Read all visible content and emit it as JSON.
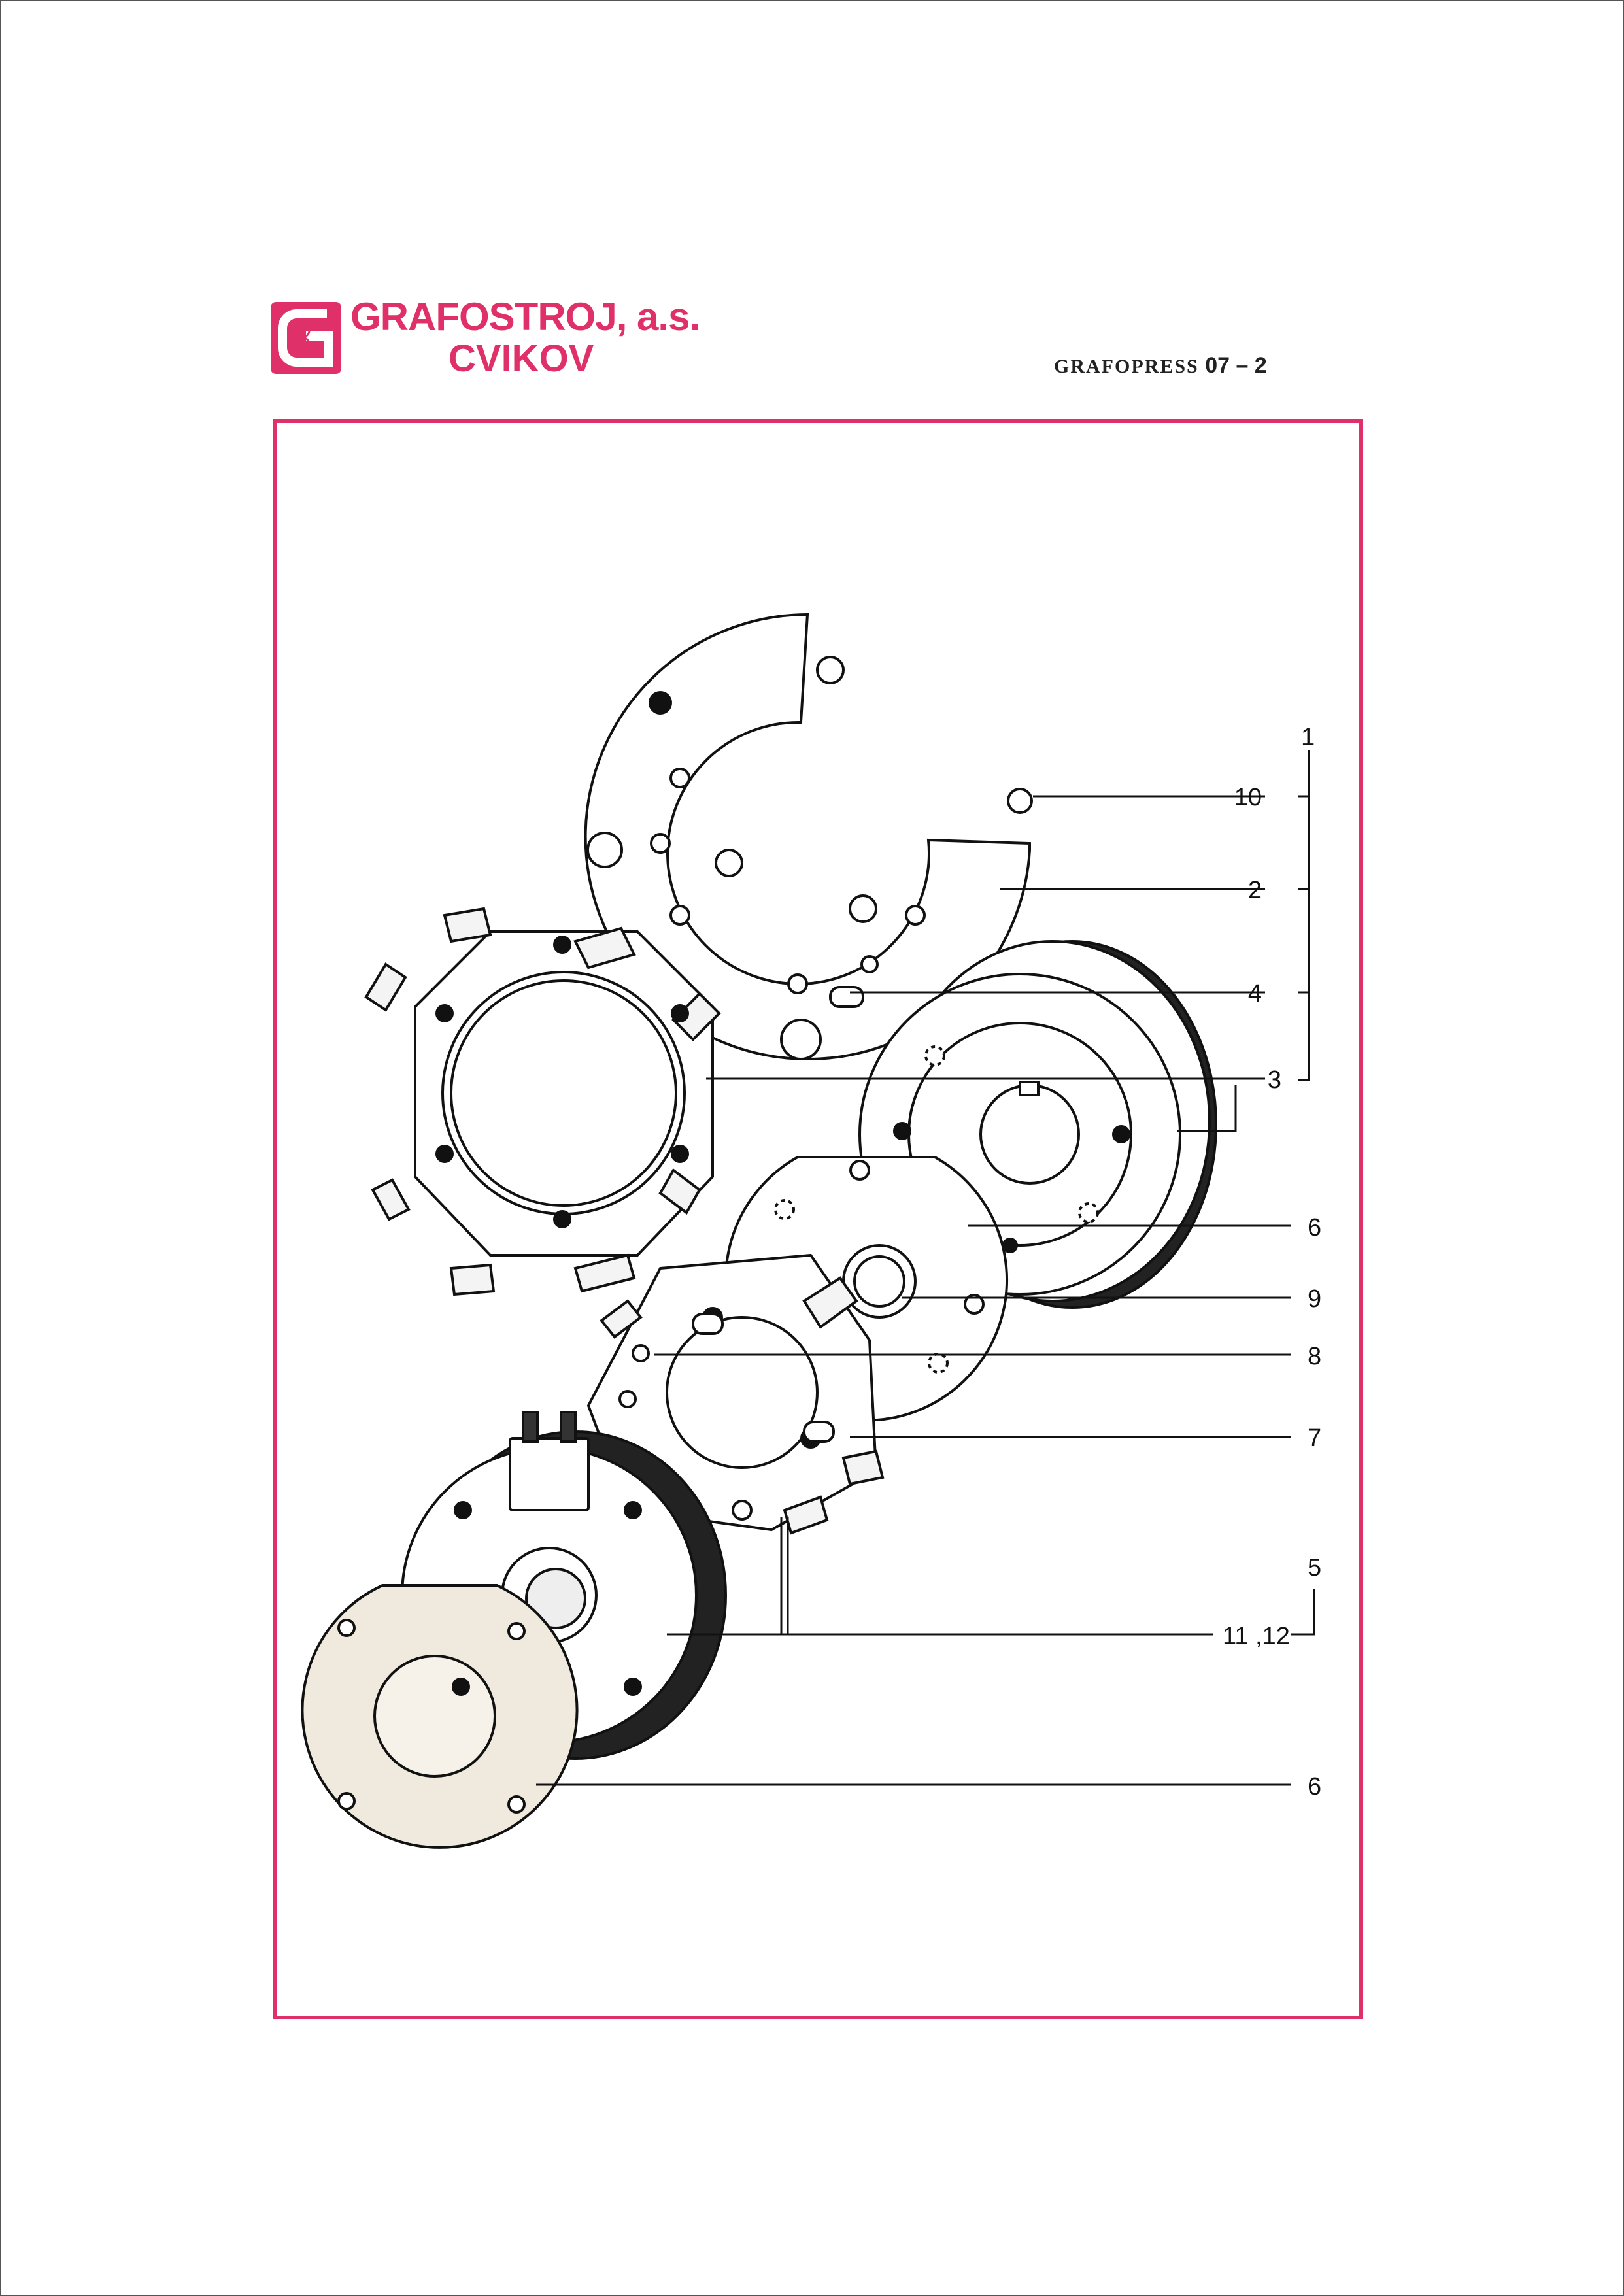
{
  "header": {
    "company": "GRAFOSTROJ, a.s.",
    "city": "CVIKOV",
    "document_title": "GRAFOPRESS",
    "document_number": "07 – 2"
  },
  "colors": {
    "brand": "#e0306a",
    "ink": "#111111"
  },
  "diagram": {
    "labels": {
      "l1": "1",
      "l10": "10",
      "l2": "2",
      "l4": "4",
      "l3": "3",
      "l6a": "6",
      "l9": "9",
      "l8": "8",
      "l7": "7",
      "l5": "5",
      "l11_12": "11 ,12",
      "l6b": "6"
    }
  }
}
